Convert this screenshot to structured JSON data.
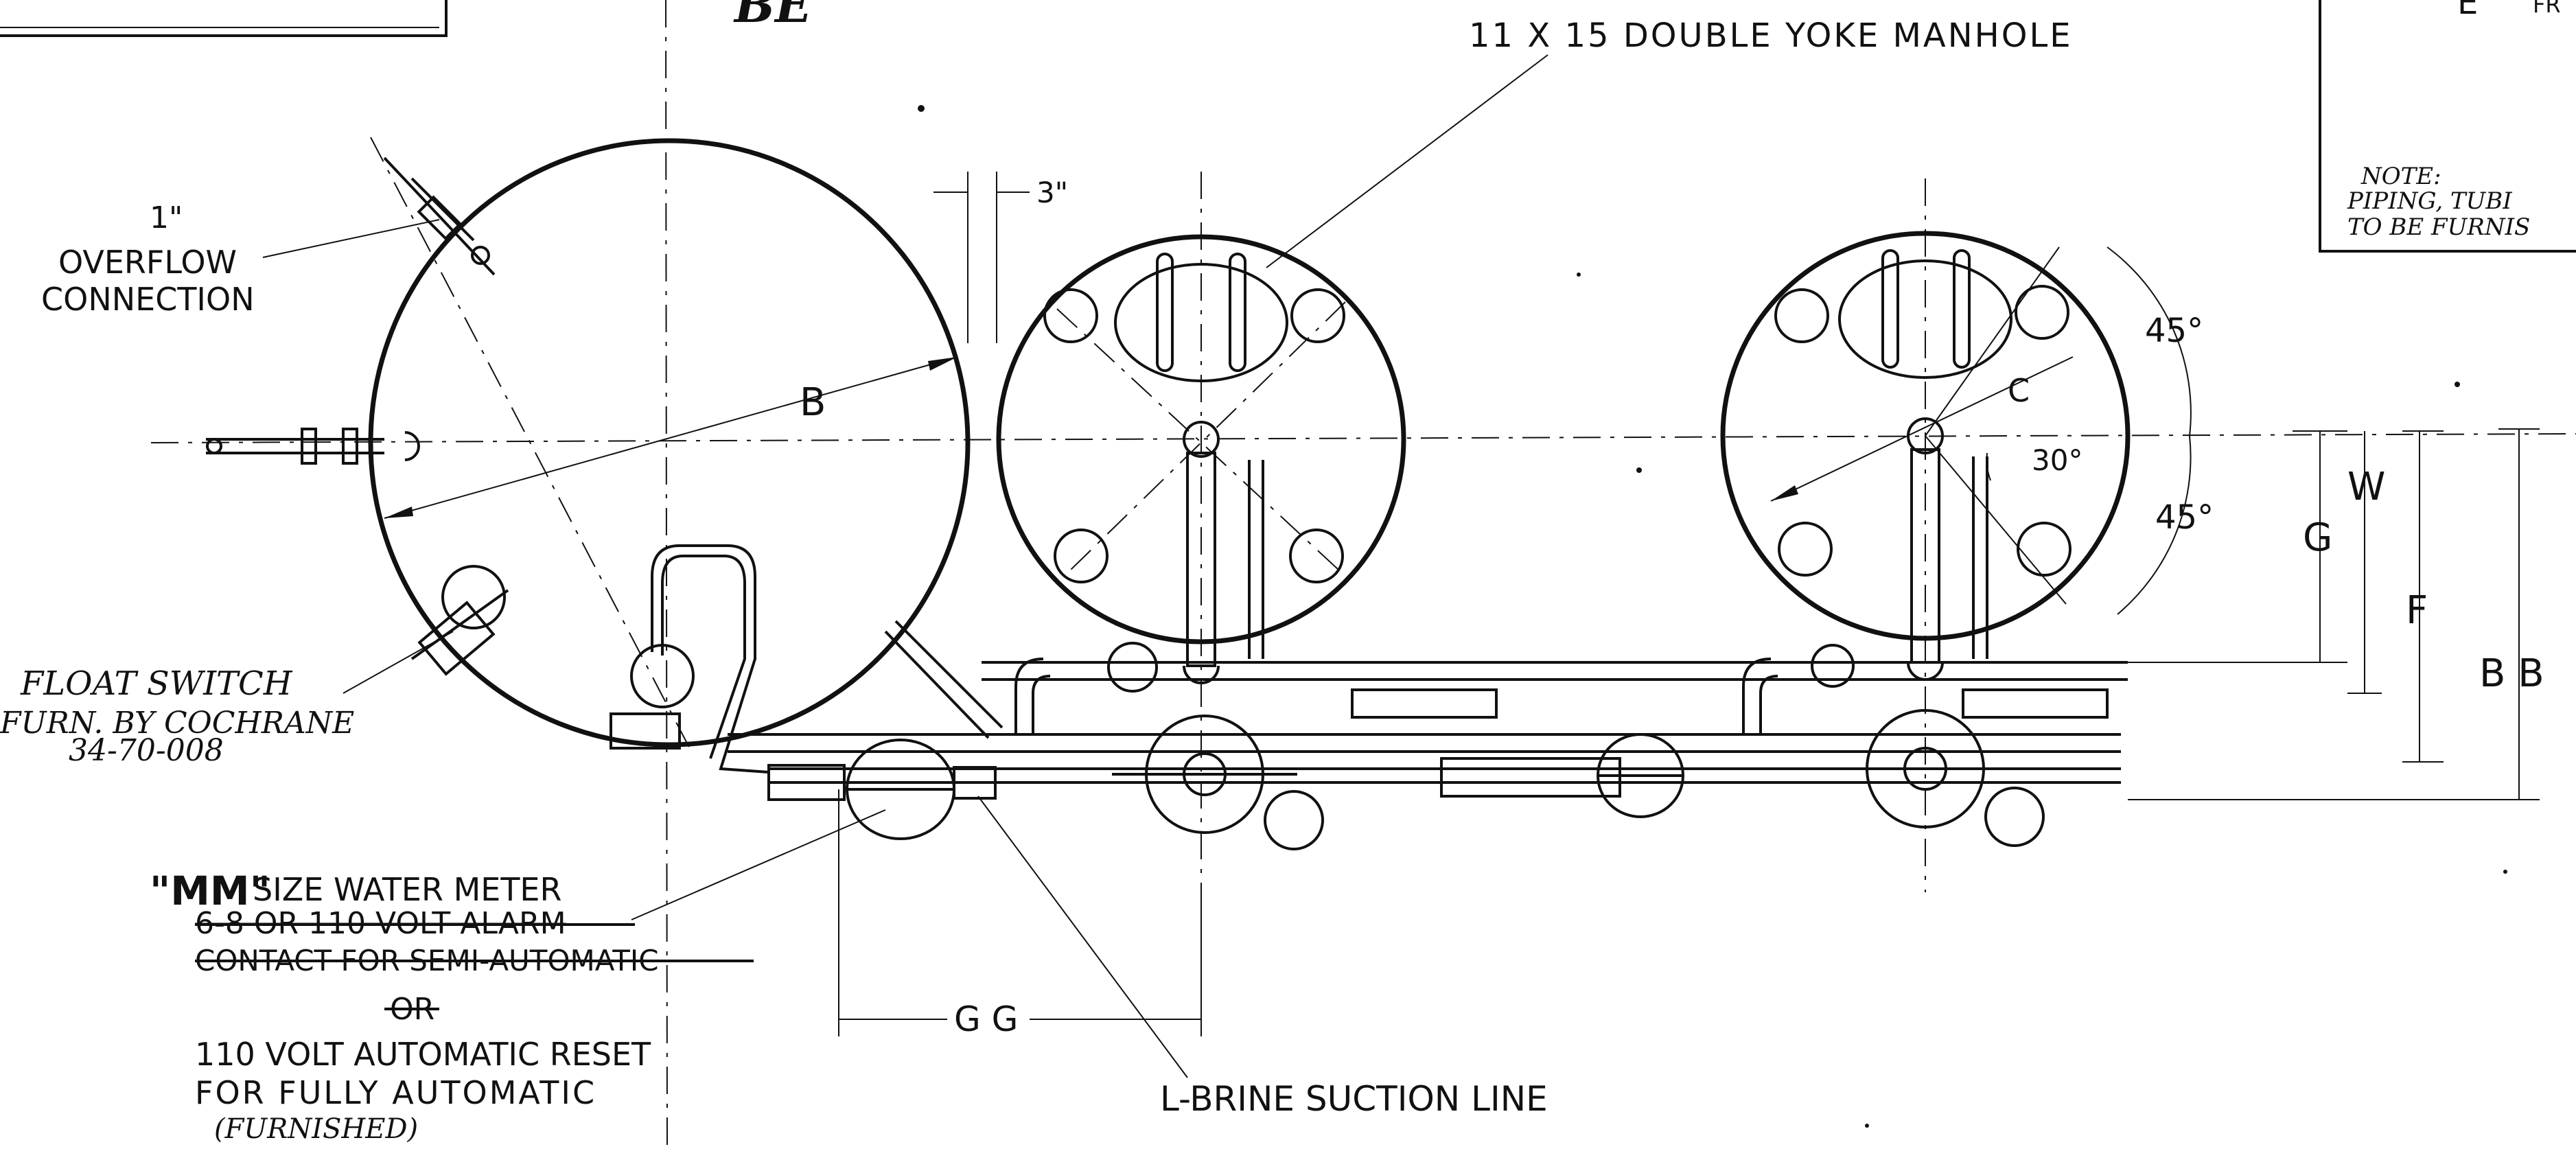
{
  "labels": {
    "top_partial": "BE",
    "manhole": "11 X 15 DOUBLE YOKE MANHOLE",
    "overflow_size": "1\"",
    "overflow_line1": "OVERFLOW",
    "overflow_line2": "CONNECTION",
    "float_line1": "FLOAT SWITCH",
    "float_line2": "FURN. BY COCHRANE",
    "float_line3": "34-70-008",
    "meter_size": "\"MM\"",
    "meter_line1": "SIZE WATER METER",
    "meter_strike1": "6-8 OR 110 VOLT ALARM",
    "meter_strike2": "CONTACT FOR SEMI-AUTOMATIC",
    "meter_or": "OR",
    "meter_line3": "110 VOLT AUTOMATIC RESET",
    "meter_line4": "FOR FULLY AUTOMATIC",
    "meter_line5": "(FURNISHED)",
    "brine": "L-BRINE SUCTION LINE",
    "note_title": "NOTE:",
    "note_line1": "PIPING, TUBI",
    "note_line2": "TO BE FURNIS",
    "corner_letter": "E",
    "corner_text": "FR"
  },
  "dimensions": {
    "three_inch": "3\"",
    "b": "B",
    "c": "C",
    "angle_top": "45°",
    "angle_mid": "30°",
    "angle_bottom": "45°",
    "g": "G",
    "w": "W",
    "f": "F",
    "bb": "B B",
    "gg": "G G"
  }
}
